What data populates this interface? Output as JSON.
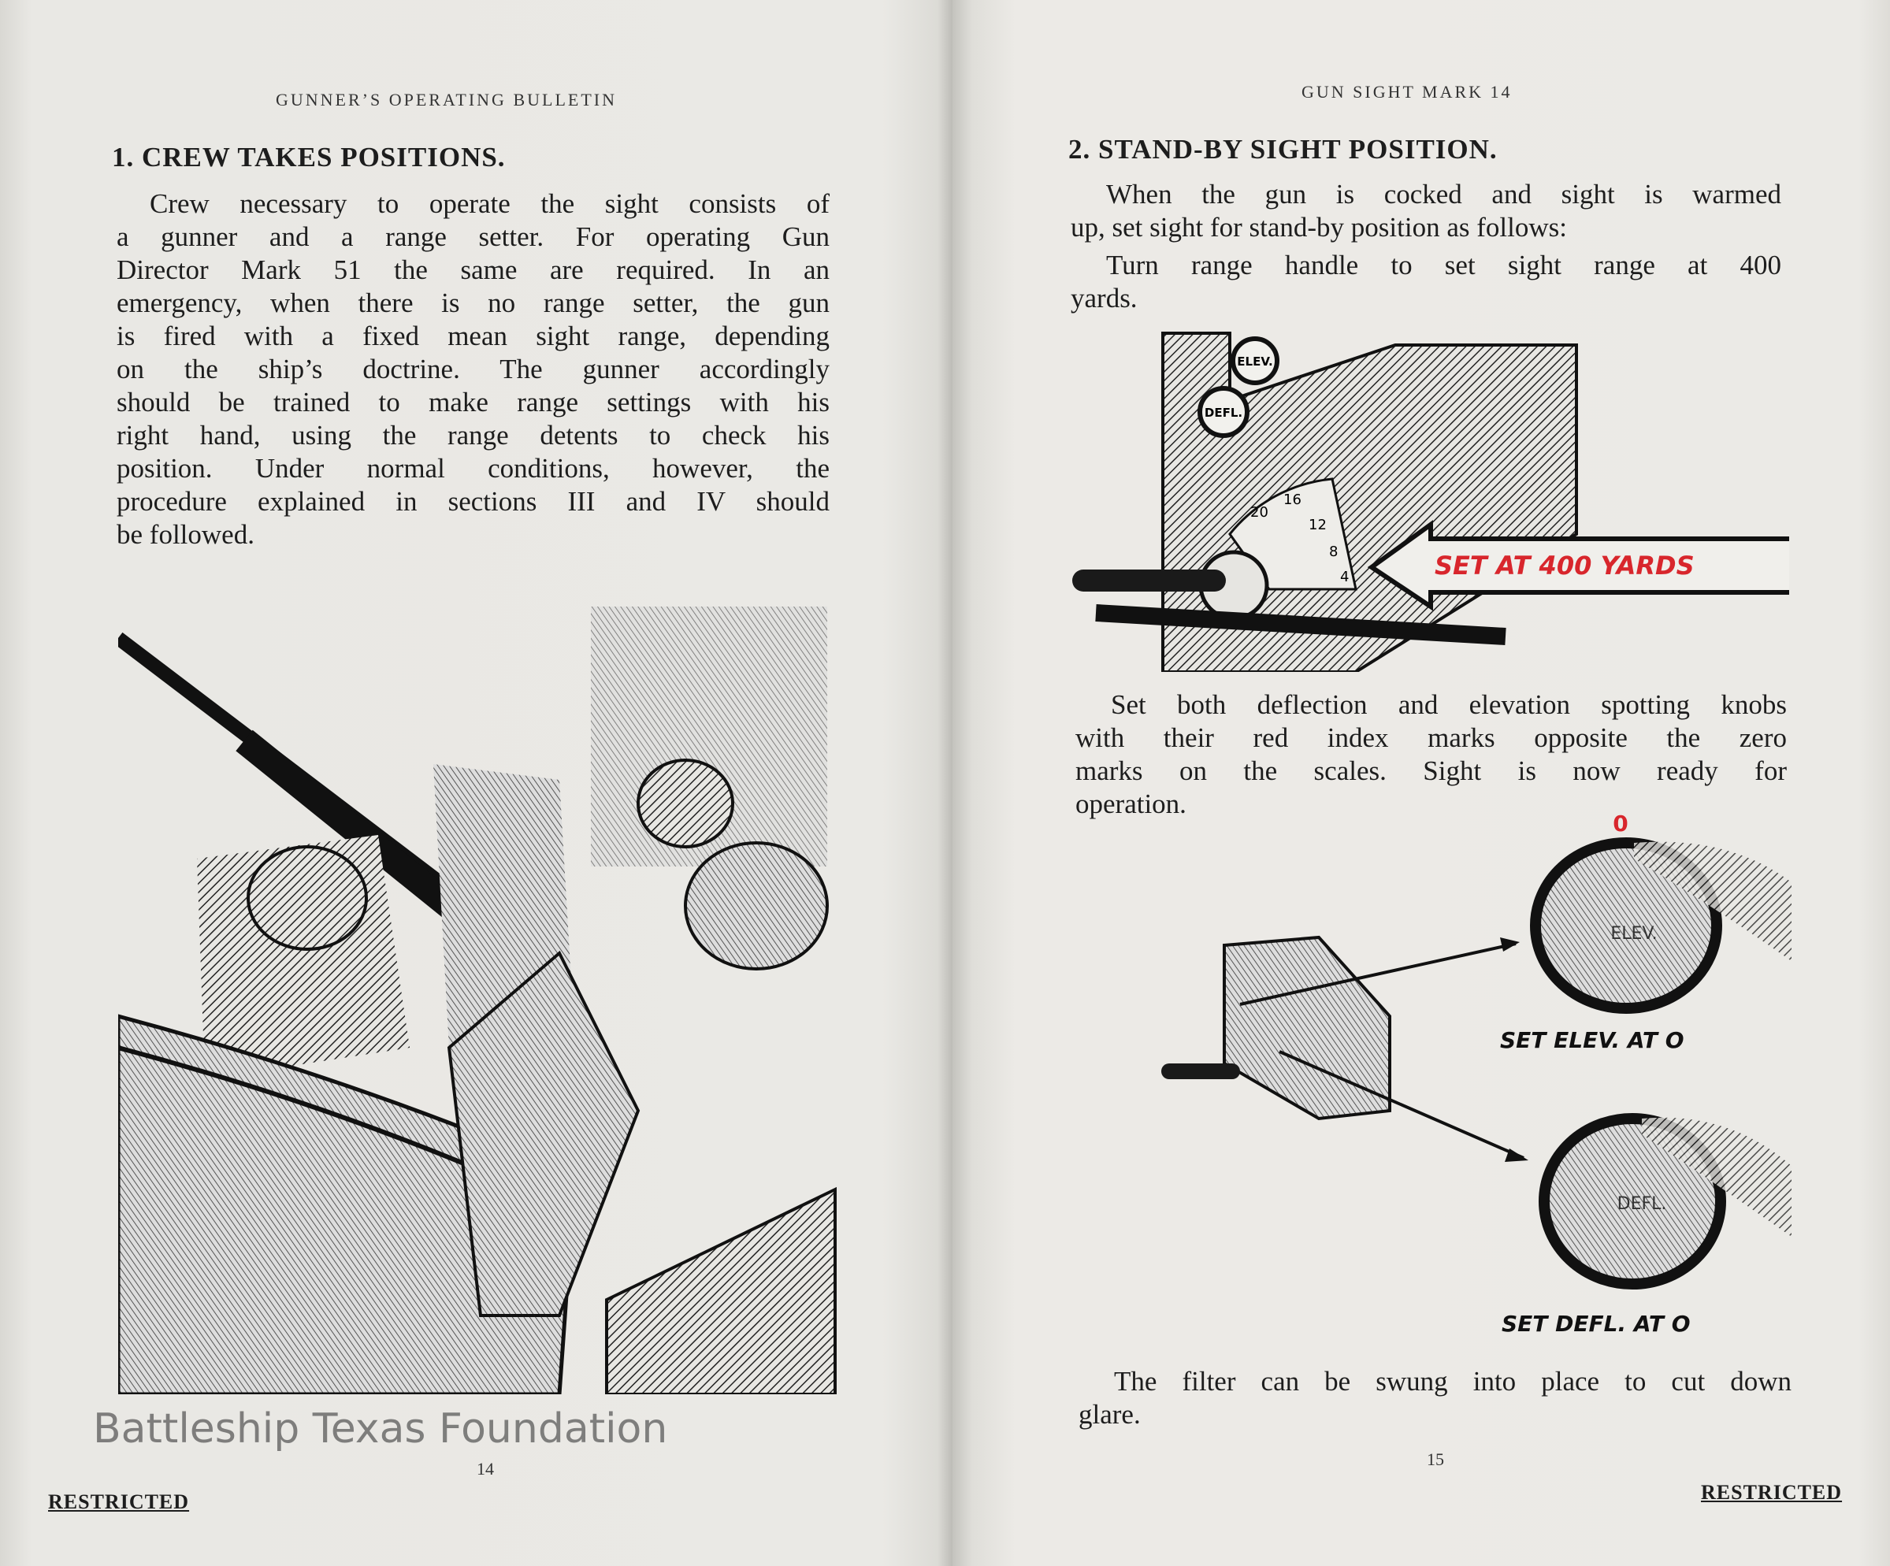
{
  "left_page": {
    "running_head": "GUNNER’S OPERATING BULLETIN",
    "heading": "1.  CREW TAKES POSITIONS.",
    "paragraph_lines": [
      "Crew necessary to operate the sight consists of",
      "a gunner and a range setter.  For operating Gun",
      "Director Mark 51 the same are required.  In an",
      "emergency, when there is no range setter, the gun",
      "is fired with a fixed mean sight range, depending",
      "on the ship’s doctrine.  The gunner accordingly",
      "should be trained to make range settings with his",
      "right hand, using the range detents to check his",
      "position.  Under normal conditions, however, the",
      "procedure explained in sections III and IV should",
      "be followed."
    ],
    "page_number": "14",
    "restricted": "RESTRICTED",
    "watermark": "Battleship Texas Foundation"
  },
  "right_page": {
    "running_head": "GUN SIGHT MARK 14",
    "heading": "2.  STAND-BY SIGHT POSITION.",
    "para1_lines": [
      "When the gun is cocked and sight is warmed",
      "up, set sight for stand-by position as follows:"
    ],
    "para2_lines": [
      "Turn range handle to set sight range at 400",
      "yards."
    ],
    "figure1": {
      "knob_elev": "ELEV.",
      "knob_defl": "DEFL.",
      "scale_marks": [
        "20",
        "16",
        "12",
        "8",
        "4"
      ],
      "callout": "SET AT  400 YARDS"
    },
    "para3_lines": [
      "Set both deflection and elevation spotting knobs",
      "with their red index marks opposite the zero",
      "marks on the scales.  Sight is now ready for",
      "operation."
    ],
    "figure2": {
      "zero_mark": "0",
      "elev_knob_label": "ELEV.",
      "elev_caption": "SET ELEV. AT O",
      "defl_knob_label": "DEFL.",
      "defl_caption": "SET DEFL. AT O"
    },
    "para4_lines": [
      "The filter can be swung into place to cut down",
      "glare."
    ],
    "page_number": "15",
    "restricted": "RESTRICTED"
  },
  "colors": {
    "callout_red": "#d8262c",
    "ink": "#1d1d1d",
    "paper": "#eae9e5"
  }
}
